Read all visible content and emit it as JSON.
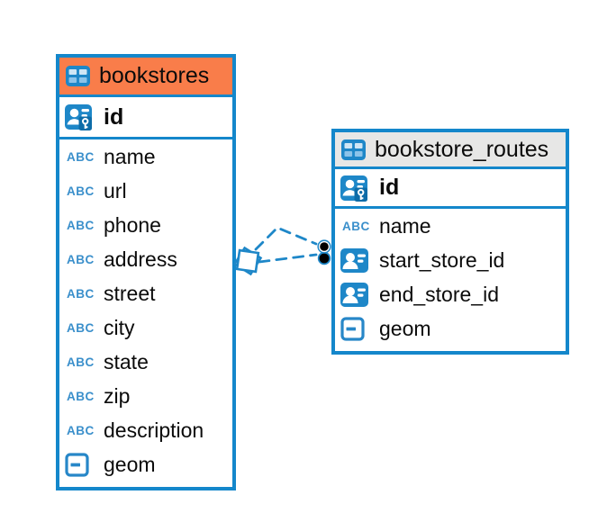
{
  "diagram": {
    "background": "#FFFFFF",
    "accent_blue": "#1487CB",
    "text_color": "#0B0B0B",
    "icons": {
      "text_type_label": "ABC"
    },
    "tables": [
      {
        "name": "bookstores",
        "selected": true,
        "header_color": "#F97D4A",
        "pk": "id",
        "fields": [
          "name",
          "url",
          "phone",
          "address",
          "street",
          "city",
          "state",
          "zip",
          "description",
          "geom"
        ],
        "field_types": [
          "text",
          "text",
          "text",
          "text",
          "text",
          "text",
          "text",
          "text",
          "text",
          "geometry"
        ]
      },
      {
        "name": "bookstore_routes",
        "selected": false,
        "header_color": "#E7E7E6",
        "pk": "id",
        "fields": [
          "name",
          "start_store_id",
          "end_store_id",
          "geom"
        ],
        "field_types": [
          "text",
          "reference",
          "reference",
          "geometry"
        ]
      }
    ],
    "relationship": {
      "from_table": "bookstore_routes",
      "to_table": "bookstores",
      "line_style": "dashed",
      "left_endpoint": "diamond",
      "right_endpoint": "double-dot"
    }
  }
}
